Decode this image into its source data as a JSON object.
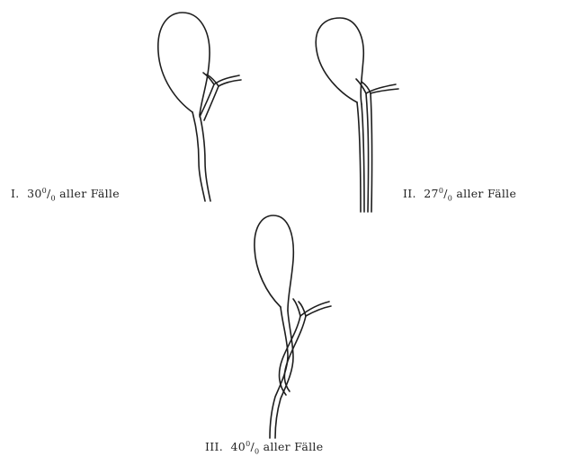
{
  "figures": [
    {
      "numeral": "I.",
      "percent": "30",
      "text": "aller Fälle"
    },
    {
      "numeral": "II.",
      "percent": "27",
      "text": "aller Fälle"
    },
    {
      "numeral": "III.",
      "percent": "40",
      "text": "aller Fälle"
    }
  ]
}
